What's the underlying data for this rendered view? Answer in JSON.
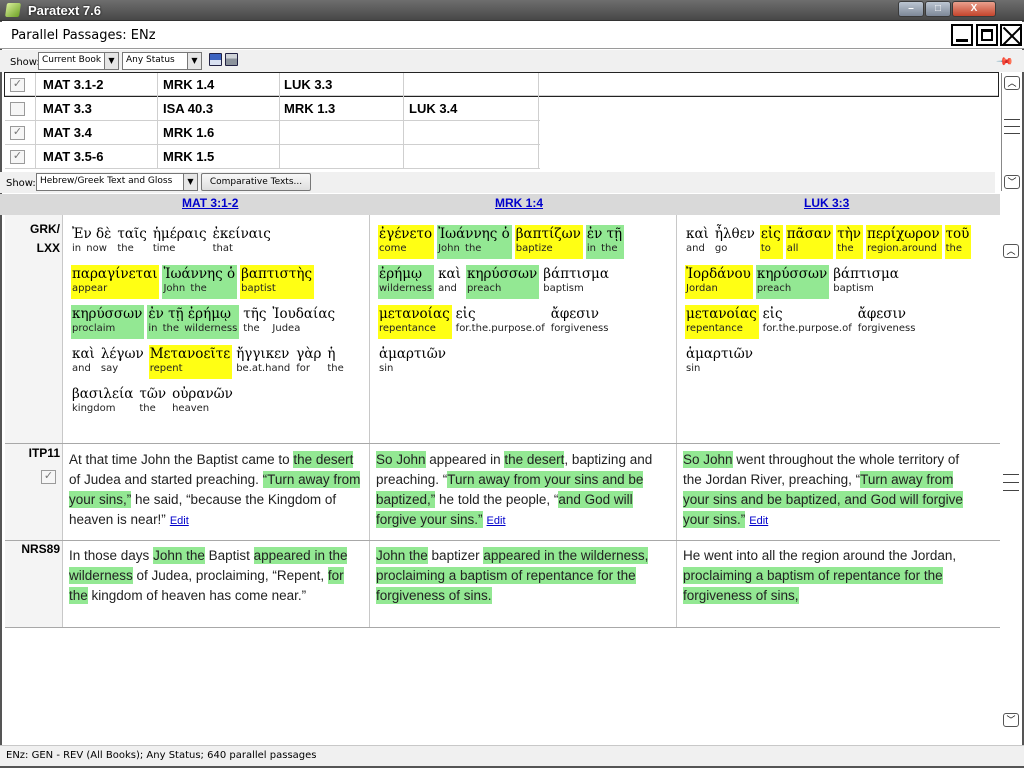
{
  "window": {
    "title": "Paratext 7.6",
    "minimize": "–",
    "maximize": "□",
    "close": "X"
  },
  "panel": {
    "title": "Parallel Passages: ENz"
  },
  "toolbar1": {
    "show_label": "Show:",
    "book_filter": "Current Book",
    "status_filter": "Any Status"
  },
  "passages": [
    {
      "checked": true,
      "refs": [
        "MAT 3.1-2",
        "MRK 1.4",
        "LUK 3.3",
        ""
      ]
    },
    {
      "checked": false,
      "refs": [
        "MAT 3.3",
        "ISA 40.3",
        "MRK 1.3",
        "LUK 3.4"
      ]
    },
    {
      "checked": true,
      "refs": [
        "MAT 3.4",
        "MRK 1.6",
        "",
        ""
      ]
    },
    {
      "checked": true,
      "refs": [
        "MAT 3.5-6",
        "MRK 1.5",
        "",
        ""
      ]
    }
  ],
  "toolbar2": {
    "show_label": "Show:",
    "text_filter": "Hebrew/Greek Text and Gloss",
    "comparative_button": "Comparative Texts..."
  },
  "columns": [
    "MAT 3:1-2",
    "MRK 1:4",
    "LUK 3:3"
  ],
  "row_labels": {
    "greek": "GRK/\nLXX",
    "itp": "ITP11",
    "nrs": "NRS89"
  },
  "greek": [
    [
      {
        "g": "Ἐν δὲ",
        "gl": "in now",
        "hl": ""
      },
      {
        "g": "ταῖς",
        "gl": "the",
        "hl": ""
      },
      {
        "g": "ἡμέραις",
        "gl": "time",
        "hl": ""
      },
      {
        "g": "ἐκείναις",
        "gl": "that",
        "hl": ""
      },
      {
        "g": "παραγίνεται",
        "gl": "appear",
        "hl": "yel"
      },
      {
        "g": "Ἰωάννης ὁ",
        "gl": "John the",
        "hl": "grn"
      },
      {
        "g": "βαπτιστὴς",
        "gl": "baptist",
        "hl": "yel"
      },
      {
        "g": "κηρύσσων",
        "gl": "proclaim",
        "hl": "grn"
      },
      {
        "g": "ἐν τῇ ἐρήμῳ",
        "gl": "in the wilderness",
        "hl": "grn"
      },
      {
        "g": "τῆς",
        "gl": "the",
        "hl": ""
      },
      {
        "g": "Ἰουδαίας",
        "gl": "Judea",
        "hl": ""
      },
      {
        "g": "καὶ",
        "gl": "and",
        "hl": ""
      },
      {
        "g": "λέγων",
        "gl": "say",
        "hl": ""
      },
      {
        "g": "Μετανοεῖτε",
        "gl": "repent",
        "hl": "yel"
      },
      {
        "g": "ἤγγικεν",
        "gl": "be.at.hand",
        "hl": ""
      },
      {
        "g": "γὰρ",
        "gl": "for",
        "hl": ""
      },
      {
        "g": "ἡ",
        "gl": "the",
        "hl": ""
      },
      {
        "g": "βασιλεία",
        "gl": "kingdom",
        "hl": ""
      },
      {
        "g": "τῶν",
        "gl": "the",
        "hl": ""
      },
      {
        "g": "οὐρανῶν",
        "gl": "heaven",
        "hl": ""
      }
    ],
    [
      {
        "g": "ἐγένετο",
        "gl": "come",
        "hl": "yel"
      },
      {
        "g": "Ἰωάννης ὁ",
        "gl": "John the",
        "hl": "grn"
      },
      {
        "g": "βαπτίζων",
        "gl": "baptize",
        "hl": "yel"
      },
      {
        "g": "ἐν τῇ",
        "gl": "in the",
        "hl": "grn"
      },
      {
        "g": "ἐρήμῳ",
        "gl": "wilderness",
        "hl": "grn"
      },
      {
        "g": "καὶ",
        "gl": "and",
        "hl": ""
      },
      {
        "g": "κηρύσσων",
        "gl": "preach",
        "hl": "grn"
      },
      {
        "g": "βάπτισμα",
        "gl": "baptism",
        "hl": ""
      },
      {
        "g": "μετανοίας",
        "gl": "repentance",
        "hl": "yel"
      },
      {
        "g": "εἰς",
        "gl": "for.the.purpose.of",
        "hl": ""
      },
      {
        "g": "ἄφεσιν",
        "gl": "forgiveness",
        "hl": ""
      },
      {
        "g": "ἁμαρτιῶν",
        "gl": "sin",
        "hl": ""
      }
    ],
    [
      {
        "g": "καὶ",
        "gl": "and",
        "hl": ""
      },
      {
        "g": "ἦλθεν",
        "gl": "go",
        "hl": ""
      },
      {
        "g": "εἰς",
        "gl": "to",
        "hl": "yel"
      },
      {
        "g": "πᾶσαν",
        "gl": "all",
        "hl": "yel"
      },
      {
        "g": "τὴν",
        "gl": "the",
        "hl": "yel"
      },
      {
        "g": "περίχωρον",
        "gl": "region.around",
        "hl": "yel"
      },
      {
        "g": "τοῦ",
        "gl": "the",
        "hl": "yel"
      },
      {
        "g": "Ἰορδάνου",
        "gl": "Jordan",
        "hl": "yel"
      },
      {
        "g": "κηρύσσων",
        "gl": "preach",
        "hl": "grn"
      },
      {
        "g": "βάπτισμα",
        "gl": "baptism",
        "hl": ""
      },
      {
        "g": "μετανοίας",
        "gl": "repentance",
        "hl": "yel"
      },
      {
        "g": "εἰς",
        "gl": "for.the.purpose.of",
        "hl": ""
      },
      {
        "g": "ἄφεσιν",
        "gl": "forgiveness",
        "hl": ""
      },
      {
        "g": "ἁμαρτιῶν",
        "gl": "sin",
        "hl": ""
      }
    ]
  ],
  "itp": [
    [
      {
        "t": "At that time John the Baptist came to ",
        "hl": ""
      },
      {
        "t": "the desert",
        "hl": "grn"
      },
      {
        "t": " of Judea and started preaching.  ",
        "hl": ""
      },
      {
        "t": "“Turn away from your sins,”",
        "hl": "grn"
      },
      {
        "t": " he said, “because the Kingdom of heaven is near!”",
        "hl": ""
      }
    ],
    [
      {
        "t": "So John",
        "hl": "grn"
      },
      {
        "t": " appeared in ",
        "hl": ""
      },
      {
        "t": "the desert",
        "hl": "grn"
      },
      {
        "t": ", baptizing and preaching. “",
        "hl": ""
      },
      {
        "t": "Turn away from your sins and be baptized,”",
        "hl": "grn"
      },
      {
        "t": " he told the people, “",
        "hl": ""
      },
      {
        "t": "and God will forgive your sins.”",
        "hl": "grn"
      }
    ],
    [
      {
        "t": "So John",
        "hl": "grn"
      },
      {
        "t": " went throughout the whole territory of the Jordan River, preaching, “",
        "hl": ""
      },
      {
        "t": "Turn away from your sins and be baptized, and God will forgive your sins.”",
        "hl": "grn"
      }
    ]
  ],
  "nrs": [
    [
      {
        "t": "In those days ",
        "hl": ""
      },
      {
        "t": "John the",
        "hl": "grn"
      },
      {
        "t": " Baptist ",
        "hl": ""
      },
      {
        "t": "appeared in the wilderness",
        "hl": "grn"
      },
      {
        "t": " of Judea, proclaiming, “Repent, ",
        "hl": ""
      },
      {
        "t": "for the",
        "hl": "grn"
      },
      {
        "t": " kingdom of heaven has come near.”",
        "hl": ""
      }
    ],
    [
      {
        "t": "John the",
        "hl": "grn"
      },
      {
        "t": " baptizer ",
        "hl": ""
      },
      {
        "t": "appeared in the wilderness, proclaiming a baptism of repentance for the forgiveness of sins.",
        "hl": "grn"
      }
    ],
    [
      {
        "t": "He went into all the region around the Jordan, ",
        "hl": ""
      },
      {
        "t": "proclaiming a baptism of repentance for the forgiveness of sins,",
        "hl": "grn"
      }
    ]
  ],
  "edit_label": "Edit",
  "status_bar": "ENz: GEN - REV (All Books); Any Status; 640 parallel passages",
  "colors": {
    "highlight_yellow": "#ffff14",
    "highlight_green": "#93e893",
    "link": "#0000cc"
  }
}
